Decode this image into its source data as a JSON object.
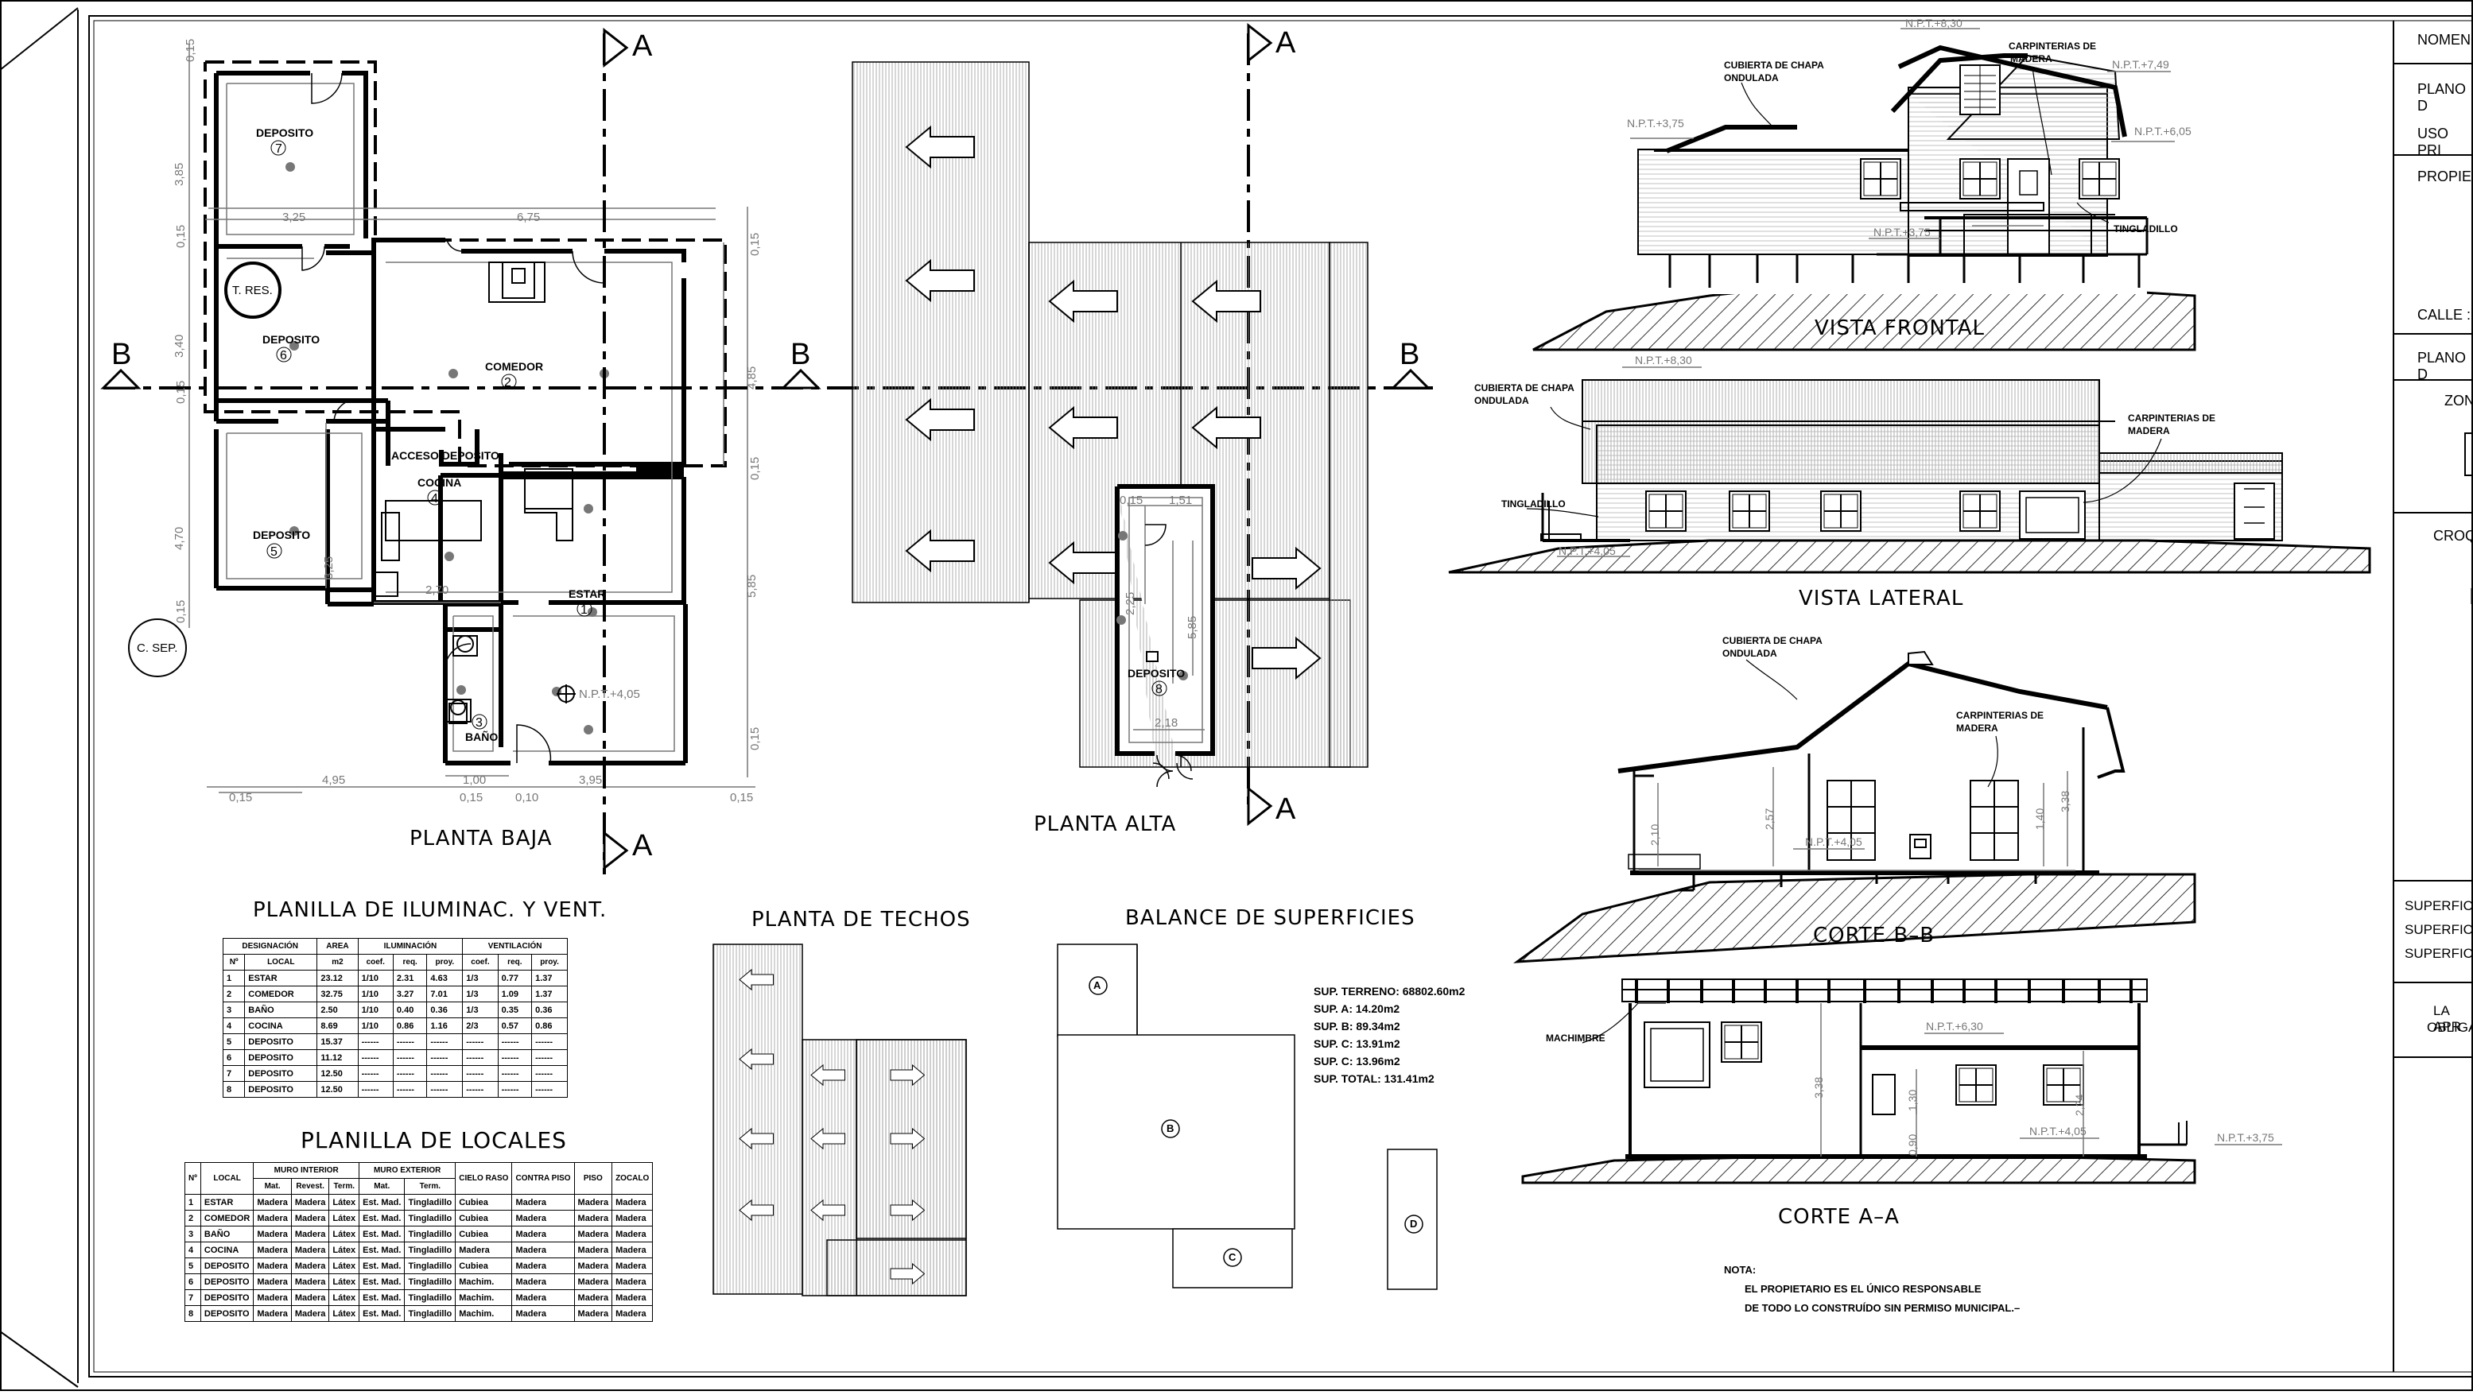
{
  "sheet": {
    "border_color": "#000000",
    "line_gray": "#808080"
  },
  "section_marks": {
    "a": "A",
    "b": "B"
  },
  "titles": {
    "planta_baja": "PLANTA BAJA",
    "planta_alta": "PLANTA ALTA",
    "planta_techos": "PLANTA DE TECHOS",
    "balance": "BALANCE DE SUPERFICIES",
    "planilla_ilum": "PLANILLA DE ILUMINAC. Y VENT.",
    "planilla_locales": "PLANILLA DE LOCALES",
    "vista_frontal": "VISTA FRONTAL",
    "vista_lateral": "VISTA LATERAL",
    "corte_bb": "CORTE B–B",
    "corte_aa": "CORTE A–A"
  },
  "planta_baja": {
    "rooms": [
      {
        "name": "DEPOSITO",
        "num": "7"
      },
      {
        "name": "DEPOSITO",
        "num": "6"
      },
      {
        "name": "DEPOSITO",
        "num": "5"
      },
      {
        "name": "COMEDOR",
        "num": "2"
      },
      {
        "name": "COCINA",
        "num": "4"
      },
      {
        "name": "ESTAR",
        "num": "1"
      },
      {
        "name": "BAÑO",
        "num": "3"
      }
    ],
    "labels": {
      "t_res": "T. RES.",
      "c_sep": "C. SEP.",
      "acceso": "ACCESO DEPOSITO",
      "npt": "N.P.T.+4,05"
    },
    "dims": {
      "d315": "0,15",
      "d385": "3,85",
      "d325": "3,25",
      "d675": "6,75",
      "d340": "3,40",
      "d470": "4,70",
      "d325b": "3,25",
      "d270": "2,70",
      "d485": "4,85",
      "d585": "5,85",
      "d495": "4,95",
      "d100": "1,00",
      "d395": "3,95",
      "d010": "0,10"
    }
  },
  "planta_alta": {
    "room": {
      "name": "DEPOSITO",
      "num": "8"
    },
    "dims": {
      "d151": "1,51",
      "d225": "2,25",
      "d585": "5,85",
      "d218": "2,18",
      "d015": "0,15"
    }
  },
  "elevations": {
    "frontal": {
      "cubierta": "CUBIERTA DE CHAPA",
      "ondulada": "ONDULADA",
      "carp": "CARPINTERIAS DE",
      "madera": "MADERA",
      "tingl": "TINGLADILLO",
      "n830": "N.P.T.+8,30",
      "n749": "N.P.T.+7,49",
      "n375": "N.P.T.+3,75",
      "n605": "N.P.T.+6,05",
      "n375b": "N.P.T.+3,75"
    },
    "lateral": {
      "cubierta": "CUBIERTA DE CHAPA",
      "ondulada": "ONDULADA",
      "carp": "CARPINTERIAS DE",
      "madera": "MADERA",
      "tingl": "TINGLADILLO",
      "n830": "N.P.T.+8,30",
      "n405": "N.P.T.+4,05"
    },
    "corte_bb": {
      "cubierta": "CUBIERTA DE CHAPA",
      "ondulada": "ONDULADA",
      "carp": "CARPINTERIAS DE",
      "madera": "MADERA",
      "d210": "2,10",
      "d257": "2,57",
      "d140": "1,40",
      "d338": "3,38",
      "npt": "N.P.T.+4,05"
    },
    "corte_aa": {
      "machimbre": "MACHIMBRE",
      "n630": "N.P.T.+6,30",
      "n405": "N.P.T.+4,05",
      "n375": "N.P.T.+3,75",
      "d338": "3,38",
      "d224": "2,24",
      "d090": "0,90",
      "d130": "1,30"
    }
  },
  "planilla_ilum": {
    "head1": [
      "DESIGNACIÓN",
      "AREA",
      "ILUMINACIÓN",
      "VENTILACIÓN"
    ],
    "head2": [
      "Nº",
      "LOCAL",
      "m2",
      "coef.",
      "req.",
      "proy.",
      "coef.",
      "req.",
      "proy."
    ],
    "rows": [
      [
        "1",
        "ESTAR",
        "23.12",
        "1/10",
        "2.31",
        "4.63",
        "1/3",
        "0.77",
        "1.37"
      ],
      [
        "2",
        "COMEDOR",
        "32.75",
        "1/10",
        "3.27",
        "7.01",
        "1/3",
        "1.09",
        "1.37"
      ],
      [
        "3",
        "BAÑO",
        "2.50",
        "1/10",
        "0.40",
        "0.36",
        "1/3",
        "0.35",
        "0.36"
      ],
      [
        "4",
        "COCINA",
        "8.69",
        "1/10",
        "0.86",
        "1.16",
        "2/3",
        "0.57",
        "0.86"
      ],
      [
        "5",
        "DEPOSITO",
        "15.37",
        "------",
        "------",
        "------",
        "------",
        "------",
        "------"
      ],
      [
        "6",
        "DEPOSITO",
        "11.12",
        "------",
        "------",
        "------",
        "------",
        "------",
        "------"
      ],
      [
        "7",
        "DEPOSITO",
        "12.50",
        "------",
        "------",
        "------",
        "------",
        "------",
        "------"
      ],
      [
        "8",
        "DEPOSITO",
        "12.50",
        "------",
        "------",
        "------",
        "------",
        "------",
        "------"
      ]
    ]
  },
  "planilla_locales": {
    "head1": [
      "Nº",
      "LOCAL",
      "MURO INTERIOR",
      "MURO EXTERIOR",
      "CIELO RASO",
      "CONTRA PISO",
      "PISO",
      "ZOCALO"
    ],
    "head2": [
      "Mat.",
      "Revest.",
      "Term.",
      "Mat.",
      "Term."
    ],
    "rows": [
      [
        "1",
        "ESTAR",
        "Madera",
        "Madera",
        "Látex",
        "Est. Mad.",
        "Tingladillo",
        "Cubiea",
        "Madera",
        "Madera",
        "Madera"
      ],
      [
        "2",
        "COMEDOR",
        "Madera",
        "Madera",
        "Látex",
        "Est. Mad.",
        "Tingladillo",
        "Cubiea",
        "Madera",
        "Madera",
        "Madera"
      ],
      [
        "3",
        "BAÑO",
        "Madera",
        "Madera",
        "Látex",
        "Est. Mad.",
        "Tingladillo",
        "Cubiea",
        "Madera",
        "Madera",
        "Madera"
      ],
      [
        "4",
        "COCINA",
        "Madera",
        "Madera",
        "Látex",
        "Est. Mad.",
        "Tingladillo",
        "Madera",
        "Madera",
        "Madera",
        "Madera"
      ],
      [
        "5",
        "DEPOSITO",
        "Madera",
        "Madera",
        "Látex",
        "Est. Mad.",
        "Tingladillo",
        "Cubiea",
        "Madera",
        "Madera",
        "Madera"
      ],
      [
        "6",
        "DEPOSITO",
        "Madera",
        "Madera",
        "Látex",
        "Est. Mad.",
        "Tingladillo",
        "Machim.",
        "Madera",
        "Madera",
        "Madera"
      ],
      [
        "7",
        "DEPOSITO",
        "Madera",
        "Madera",
        "Látex",
        "Est. Mad.",
        "Tingladillo",
        "Machim.",
        "Madera",
        "Madera",
        "Madera"
      ],
      [
        "8",
        "DEPOSITO",
        "Madera",
        "Madera",
        "Látex",
        "Est. Mad.",
        "Tingladillo",
        "Machim.",
        "Madera",
        "Madera",
        "Madera"
      ]
    ]
  },
  "balance": {
    "lines": [
      "SUP. TERRENO: 68802.60m2",
      "SUP. A: 14.20m2",
      "SUP. B: 89.34m2",
      "SUP. C: 13.91m2",
      "SUP. C: 13.96m2",
      "SUP. TOTAL: 131.41m2"
    ],
    "zones": [
      "A",
      "B",
      "C",
      "D"
    ]
  },
  "nota": {
    "title": "NOTA:",
    "line1": "EL PROPIETARIO ES EL ÚNICO RESPONSABLE",
    "line2": "DE TODO LO CONSTRUÍDO SIN PERMISO MUNICIPAL.–"
  },
  "title_block": {
    "nomenc": "NOMENC",
    "plano_d": "PLANO D",
    "uso_pr": "USO PRI",
    "propied": "PROPIED",
    "calle": "CALLE :",
    "plano_d2": "PLANO D",
    "zon": "ZON",
    "croq": "CROQU",
    "superfic1": "SUPERFIC",
    "superfic2": "SUPERFIC",
    "superfic3": "SUPERFIC",
    "la_apr": "LA APR",
    "obliga": "OBLIGA"
  }
}
